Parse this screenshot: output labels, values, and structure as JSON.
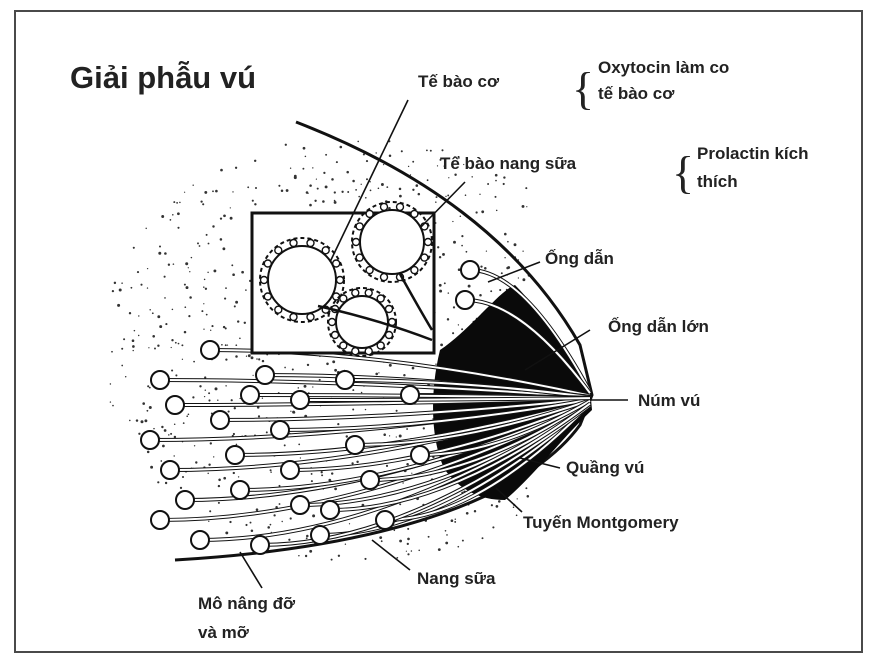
{
  "title": "Giải phẫu vú",
  "labels": {
    "myoepithelial": "Tế bào cơ",
    "oxytocin_line1": "Oxytocin làm co",
    "oxytocin_line2": "tế bào cơ",
    "alveolar_cell": "Tế bào nang sữa",
    "prolactin_line1": "Prolactin kích",
    "prolactin_line2": "thích",
    "duct": "Ống dẫn",
    "large_duct": "Ống dẫn lớn",
    "nipple": "Núm vú",
    "areola": "Quầng vú",
    "montgomery": "Tuyến Montgomery",
    "alveoli": "Nang sữa",
    "tissue_line1": "Mô nâng đỡ",
    "tissue_line2": "và mỡ"
  }
}
